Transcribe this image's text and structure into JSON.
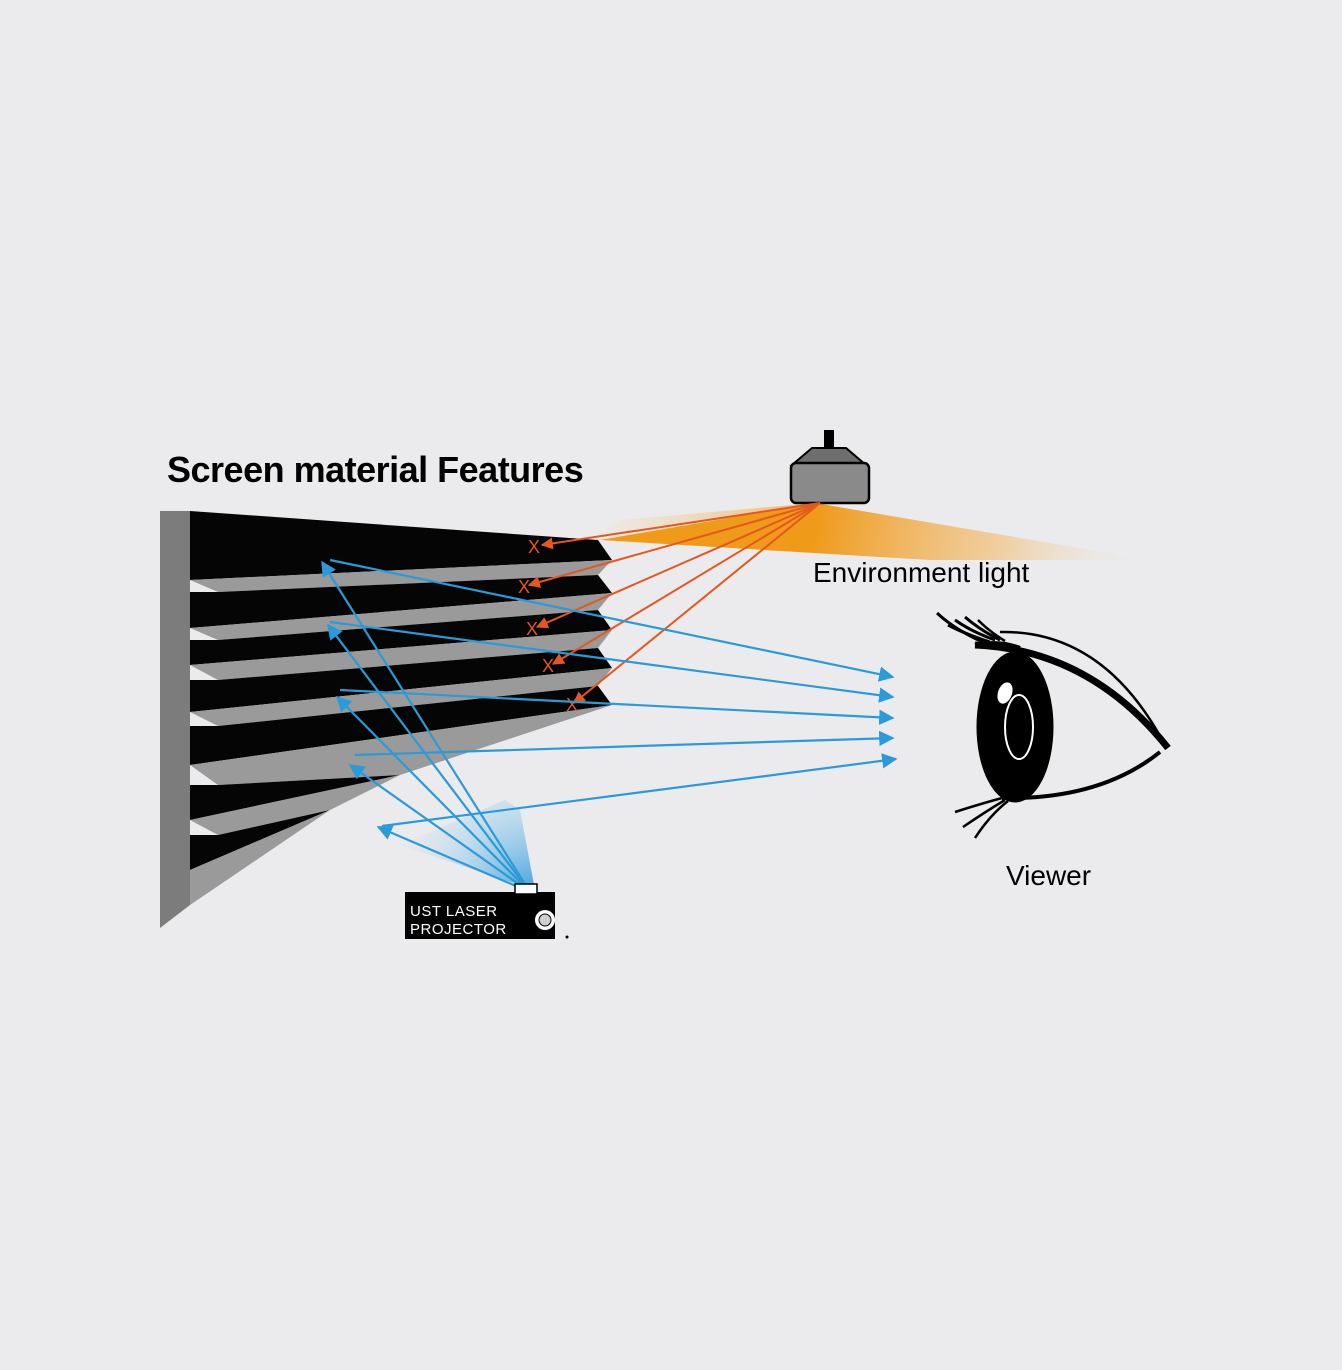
{
  "title": "Screen material Features",
  "labels": {
    "environment_light": "Environment light",
    "viewer": "Viewer",
    "projector_line1": "UST LASER",
    "projector_line2": "PROJECTOR",
    "blocked_mark": "X"
  },
  "icons": [
    "ceiling-light-icon",
    "eye-icon",
    "ust-projector-icon"
  ],
  "colors": {
    "background": "#ebebed",
    "projector_ray": "#2a9ad8",
    "ambient_ray": "#e4571e",
    "ambient_glow": "#f09a1a",
    "ridge_dark": "#050505",
    "ridge_light": "#9a9a9a",
    "screen_side": "#7c7c7c"
  }
}
